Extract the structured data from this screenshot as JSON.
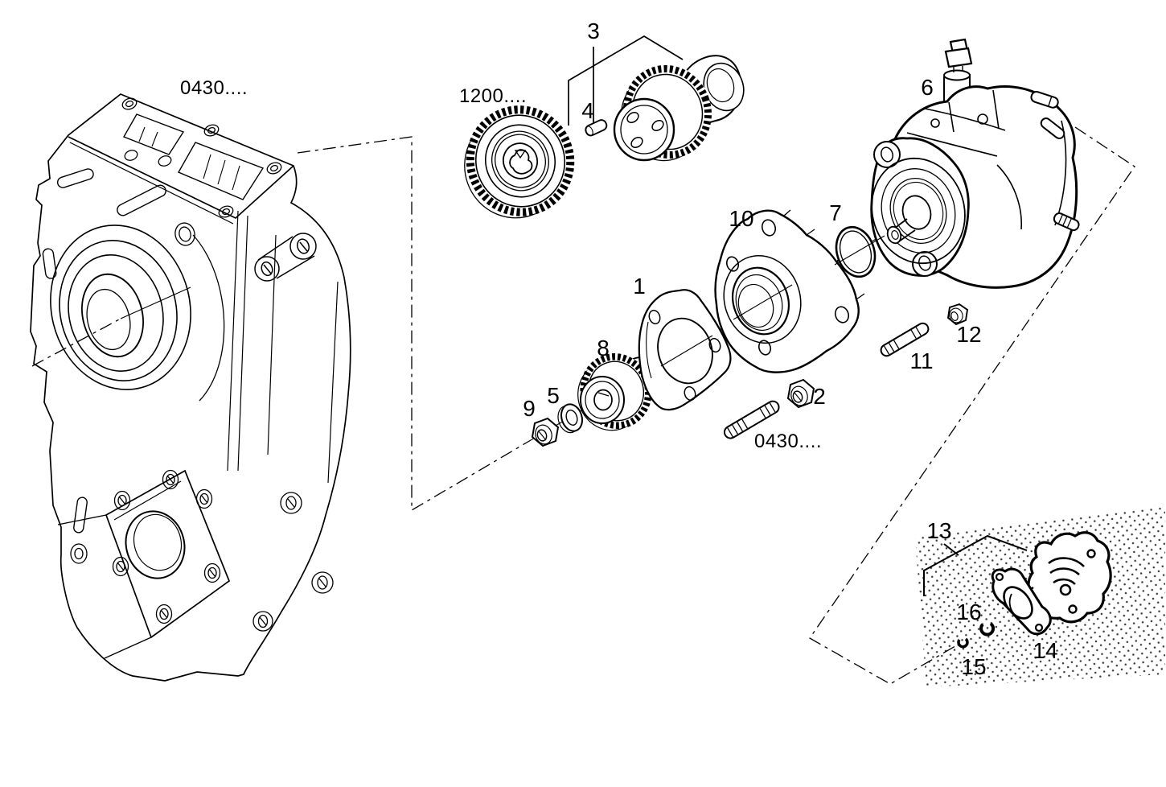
{
  "diagram": {
    "background": "#ffffff",
    "ink": "#000000",
    "halftone_dot_color": "#3a3a3a",
    "labels": [
      {
        "id": "engine-block-code",
        "text": "0430...."
      },
      {
        "id": "timing-gear-code",
        "text": "1200...."
      },
      {
        "id": "callout-3",
        "text": "3"
      },
      {
        "id": "callout-4",
        "text": "4"
      },
      {
        "id": "callout-6",
        "text": "6"
      },
      {
        "id": "callout-10",
        "text": "10"
      },
      {
        "id": "callout-7",
        "text": "7"
      },
      {
        "id": "callout-1",
        "text": "1"
      },
      {
        "id": "callout-8",
        "text": "8"
      },
      {
        "id": "callout-5",
        "text": "5"
      },
      {
        "id": "callout-9",
        "text": "9"
      },
      {
        "id": "callout-2",
        "text": "2"
      },
      {
        "id": "stud-code",
        "text": "0430...."
      },
      {
        "id": "callout-11",
        "text": "11"
      },
      {
        "id": "callout-12",
        "text": "12"
      },
      {
        "id": "callout-13",
        "text": "13"
      },
      {
        "id": "callout-16",
        "text": "16"
      },
      {
        "id": "callout-14",
        "text": "14"
      },
      {
        "id": "callout-15",
        "text": "15"
      }
    ]
  }
}
